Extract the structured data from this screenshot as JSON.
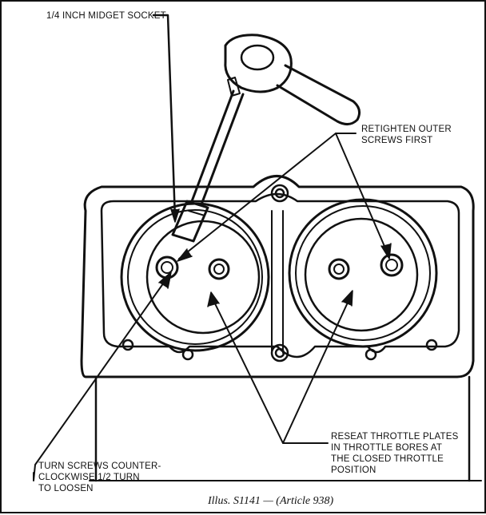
{
  "labels": {
    "socket": "1/4 INCH MIDGET SOCKET",
    "retighten": [
      "RETIGHTEN OUTER",
      "SCREWS FIRST"
    ],
    "reseat": [
      "RESEAT THROTTLE PLATES",
      "IN THROTTLE BORES AT",
      "THE CLOSED THROTTLE",
      "POSITION"
    ],
    "turn": [
      "TURN SCREWS COUNTER-",
      "CLOCKWISE 1/2 TURN",
      "TO LOOSEN"
    ]
  },
  "caption": "Illus. S1141 — (Article 938)"
}
